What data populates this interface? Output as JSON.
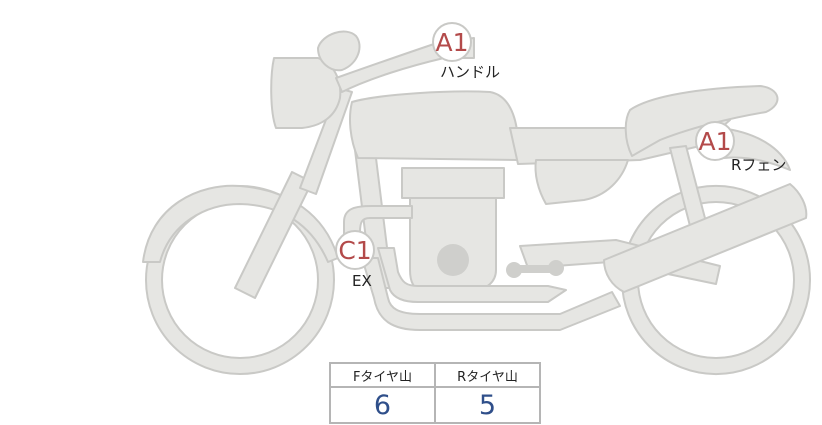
{
  "colors": {
    "part_fill": "#e6e6e3",
    "part_stroke": "#c9c9c6",
    "marker_text": "#b34a4a",
    "tread_value": "#2f4f8a"
  },
  "markers": [
    {
      "code": "A1",
      "label": "ハンドル"
    },
    {
      "code": "A1",
      "label": "Rフェン"
    },
    {
      "code": "C1",
      "label": "EX"
    }
  ],
  "tread_table": {
    "headers": [
      "Fタイヤ山",
      "Rタイヤ山"
    ],
    "values": [
      "6",
      "5"
    ]
  }
}
